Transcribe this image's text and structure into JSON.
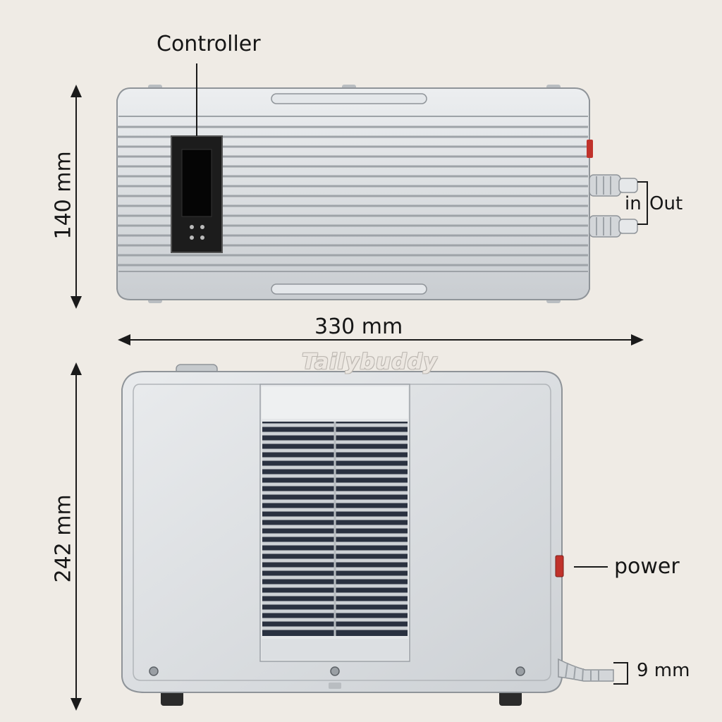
{
  "labels": {
    "controller": "Controller",
    "height_top": "140 mm",
    "width": "330 mm",
    "height_bottom": "242 mm",
    "port_in": "in",
    "port_out": "Out",
    "power": "power",
    "hose": "9 mm"
  },
  "watermark": "Tailybuddy",
  "colors": {
    "background": "#efebe5",
    "body": "#d9dcdf",
    "power_switch": "#c0322b",
    "screen": "#151515"
  }
}
